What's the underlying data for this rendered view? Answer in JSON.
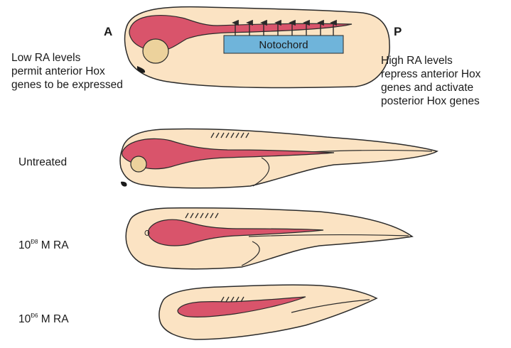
{
  "axis": {
    "anterior": "A",
    "posterior": "P"
  },
  "notochord_label": "Notochord",
  "low_ra_text": "Low RA levels\npermit anterior Hox\ngenes to be expressed",
  "high_ra_text": "High RA levels\nrepress anterior Hox\ngenes and activate\nposterior Hox genes",
  "conditions": {
    "untreated": "Untreated",
    "low": {
      "base": "10",
      "exponent": "Ð8",
      "suffix": " M RA"
    },
    "high": {
      "base": "10",
      "exponent": "Ð6",
      "suffix": " M RA"
    }
  },
  "colors": {
    "body": "#fbe3c3",
    "neural_tube": "#d9546b",
    "eye": "#ecd29c",
    "notochord": "#6fb4da",
    "outline": "#2a2a2a"
  }
}
